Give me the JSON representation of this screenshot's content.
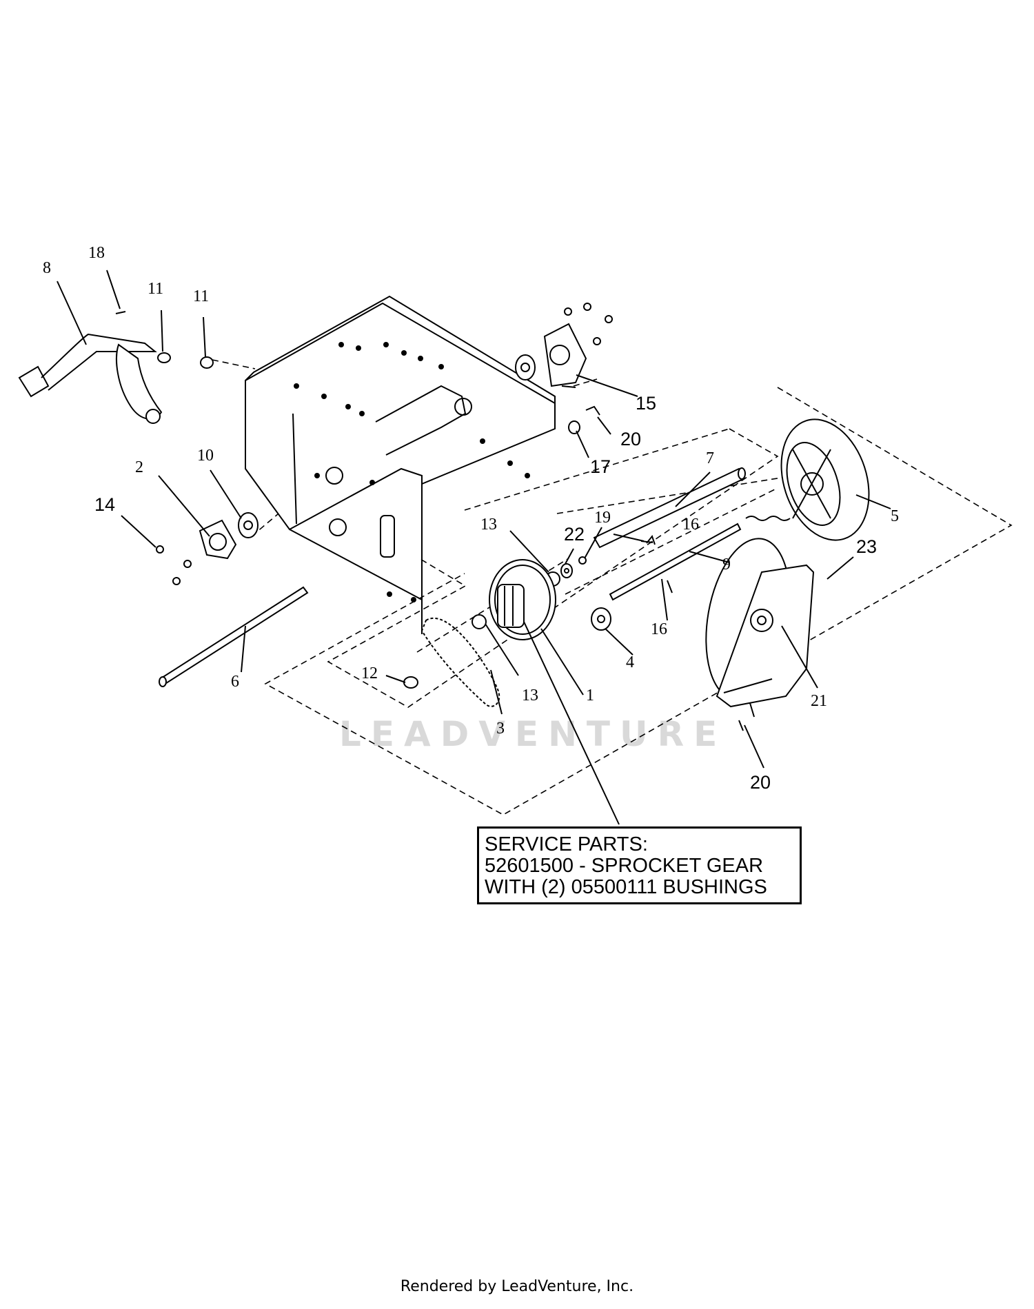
{
  "callouts": [
    {
      "id": "8",
      "text": "8"
    },
    {
      "id": "18",
      "text": "18"
    },
    {
      "id": "11a",
      "text": "11"
    },
    {
      "id": "11b",
      "text": "11"
    },
    {
      "id": "15",
      "text": "15"
    },
    {
      "id": "20a",
      "text": "20"
    },
    {
      "id": "17",
      "text": "17"
    },
    {
      "id": "7",
      "text": "7"
    },
    {
      "id": "5",
      "text": "5"
    },
    {
      "id": "2",
      "text": "2"
    },
    {
      "id": "10",
      "text": "10"
    },
    {
      "id": "14",
      "text": "14"
    },
    {
      "id": "13a",
      "text": "13"
    },
    {
      "id": "22",
      "text": "22"
    },
    {
      "id": "19",
      "text": "19"
    },
    {
      "id": "16a",
      "text": "16"
    },
    {
      "id": "23",
      "text": "23"
    },
    {
      "id": "9",
      "text": "9"
    },
    {
      "id": "16b",
      "text": "16"
    },
    {
      "id": "4",
      "text": "4"
    },
    {
      "id": "12",
      "text": "12"
    },
    {
      "id": "6",
      "text": "6"
    },
    {
      "id": "13b",
      "text": "13"
    },
    {
      "id": "1",
      "text": "1"
    },
    {
      "id": "21",
      "text": "21"
    },
    {
      "id": "3",
      "text": "3"
    },
    {
      "id": "20b",
      "text": "20"
    }
  ],
  "service_parts": {
    "line1": "SERVICE PARTS:",
    "line2": "52601500 - SPROCKET GEAR",
    "line3": "WITH (2) 05500111 BUSHINGS"
  },
  "watermark": "LEADVENTURE",
  "footer": "Rendered by LeadVenture, Inc."
}
